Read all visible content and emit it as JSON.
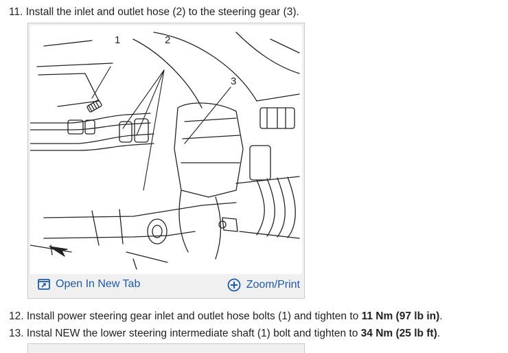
{
  "steps": [
    {
      "num": "11.",
      "text": "Install the inlet and outlet hose (2) to the steering gear (3)."
    },
    {
      "num": "12.",
      "text_before": "Install power steering gear inlet and outlet hose bolts (1) and tighten to ",
      "bold": "11 Nm (97 lb in)",
      "text_after": "."
    },
    {
      "num": "13.",
      "text_before": "Instal NEW the lower steering intermediate shaft (1) bolt and tighten to ",
      "bold": "34 Nm (25 lb ft)",
      "text_after": "."
    }
  ],
  "figure": {
    "callouts": [
      "1",
      "2",
      "3"
    ],
    "open_tab_label": "Open In New Tab",
    "zoom_print_label": "Zoom/Print",
    "open_icon": "open-in-new-tab-icon",
    "zoom_icon": "zoom-plus-icon"
  },
  "colors": {
    "link": "#1e5aa8",
    "figure_frame": "#f0f0f0"
  }
}
